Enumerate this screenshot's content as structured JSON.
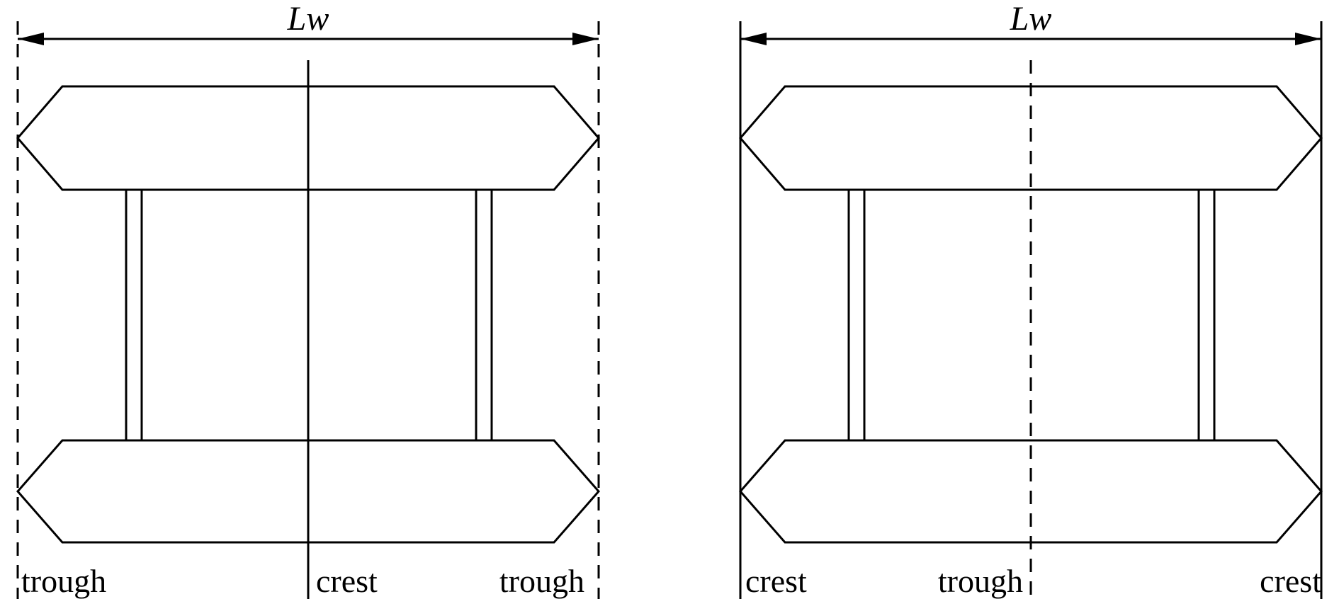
{
  "colors": {
    "line": "#000000",
    "background": "#ffffff"
  },
  "diagrams": [
    {
      "dimension_label": "Lw",
      "boundary_line_style": "dashed",
      "center_line_style": "solid",
      "boundary_dasharray": "19 13",
      "center_dasharray": "none",
      "labels": {
        "left": "trough",
        "center": "crest",
        "right": "trough"
      }
    },
    {
      "dimension_label": "Lw",
      "boundary_line_style": "solid",
      "center_line_style": "dashed",
      "boundary_dasharray": "none",
      "center_dasharray": "19 13",
      "labels": {
        "left": "crest",
        "center": "trough",
        "right": "crest"
      }
    }
  ]
}
